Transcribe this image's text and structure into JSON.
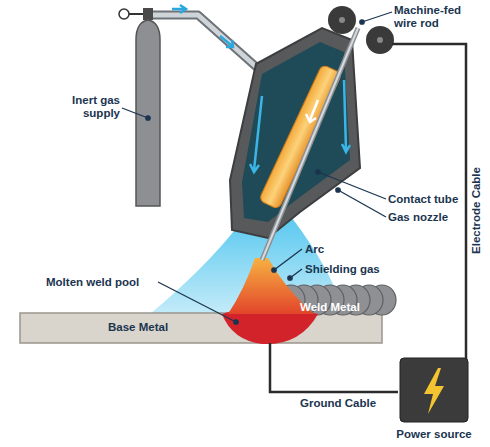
{
  "diagram": {
    "nodes": [
      {
        "text": [
          "Power source"
        ]
      }
    ],
    "labels": [
      "Machine-fed wire rod",
      "Inert gas supply",
      "Contact tube",
      "Gas nozzle",
      "Arc",
      "Shielding gas",
      "Molten weld pool",
      "Weld Metal",
      "Base Metal",
      "Electrode Cable",
      "Ground Cable"
    ]
  }
}
